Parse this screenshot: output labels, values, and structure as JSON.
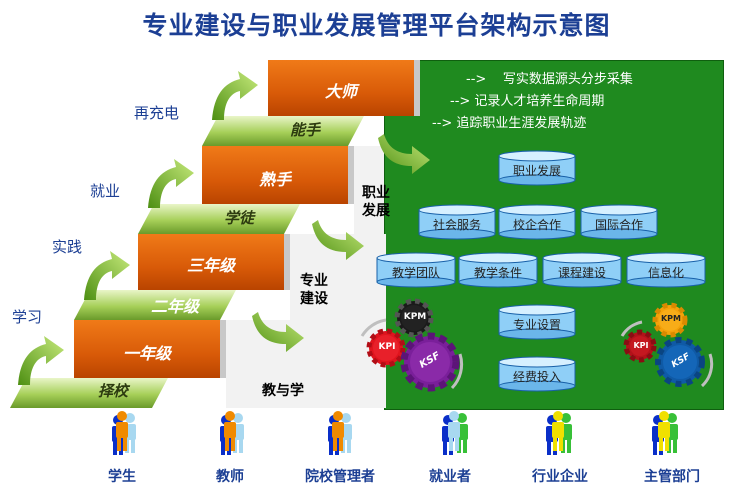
{
  "title": "专业建设与职业发展管理平台架构示意图",
  "steps": {
    "top_labels": [
      "择校",
      "学徒",
      "能手"
    ],
    "front_labels": [
      "一年级",
      "二年级",
      "三年级",
      "熟手",
      "大师"
    ],
    "side_words": [
      "学习",
      "实践",
      "就业",
      "再充电"
    ]
  },
  "notes": [
    "写实数据源头分步采集",
    "记录人才培养生命周期",
    "追踪职业生涯发展轨迹"
  ],
  "note_arrow": "-->",
  "vertical_labels": {
    "career": "职业发展",
    "major": "专业建设",
    "teach": "教与学"
  },
  "databases": [
    "职业发展",
    "社会服务",
    "校企合作",
    "国际合作",
    "教学团队",
    "教学条件",
    "课程建设",
    "信息化",
    "专业设置",
    "经费投入"
  ],
  "gears_left": [
    "KPM",
    "KPI",
    "KSF"
  ],
  "gears_right": [
    "KPM",
    "KPI",
    "KSF"
  ],
  "people": [
    "学生",
    "教师",
    "院校管理者",
    "就业者",
    "行业企业",
    "主管部门"
  ],
  "colors": {
    "title": "#1c3f94",
    "panel": "#1f8a1f",
    "step_front": "#e0620c",
    "step_top": "#a6cf58"
  }
}
